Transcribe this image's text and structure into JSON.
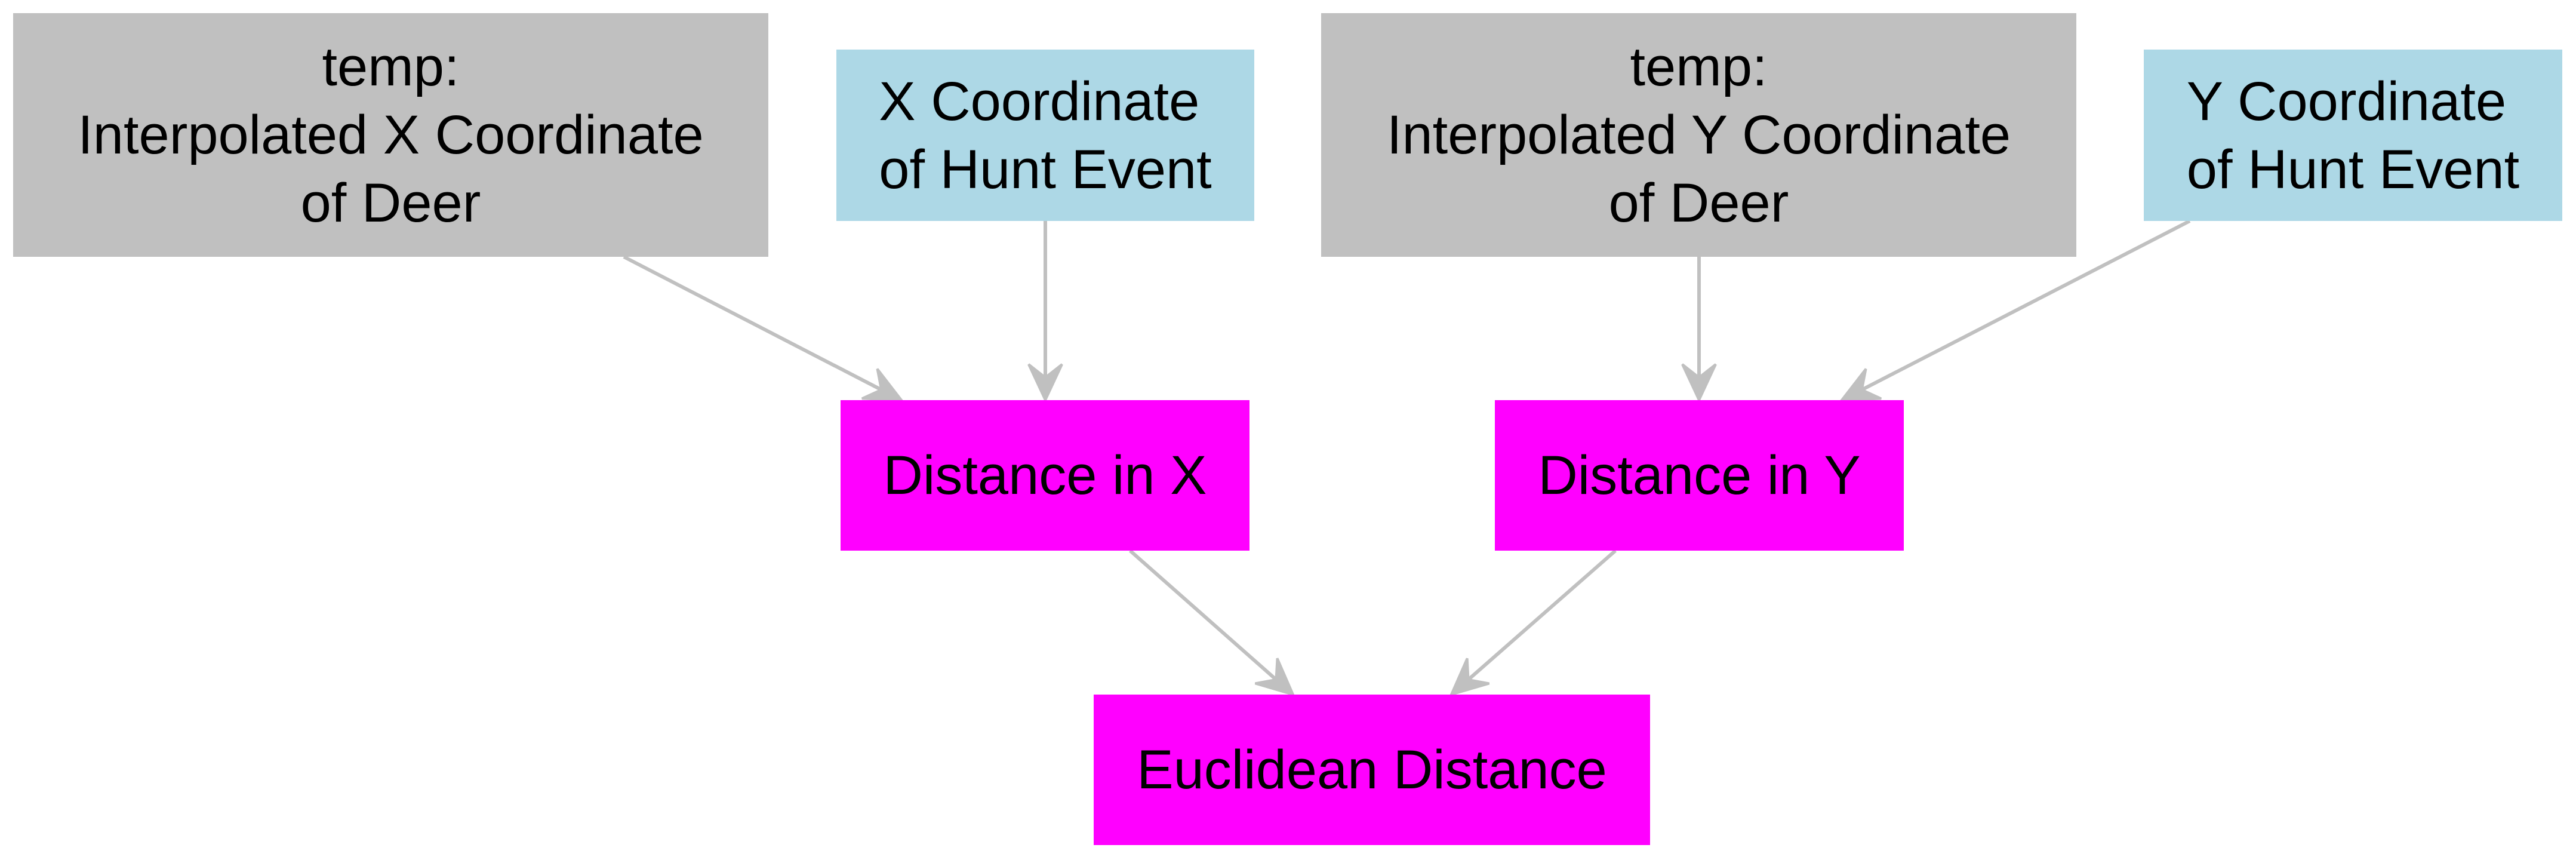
{
  "colors": {
    "temp_node": "#c0c0c0",
    "input_node": "#add8e6",
    "computed_node": "#ff00ff",
    "edge": "#c0c0c0",
    "text": "#000000"
  },
  "nodes": {
    "temp_x": {
      "lines": [
        "temp:",
        "Interpolated X Coordinate",
        "of Deer"
      ]
    },
    "x_hunt": {
      "lines": [
        "X Coordinate",
        "of Hunt Event"
      ]
    },
    "temp_y": {
      "lines": [
        "temp:",
        "Interpolated Y Coordinate",
        "of Deer"
      ]
    },
    "y_hunt": {
      "lines": [
        "Y Coordinate",
        "of Hunt Event"
      ]
    },
    "dist_x": {
      "lines": [
        "Distance in X"
      ]
    },
    "dist_y": {
      "lines": [
        "Distance in Y"
      ]
    },
    "eucl": {
      "lines": [
        "Euclidean Distance"
      ]
    }
  },
  "edges": [
    {
      "from": "temp_x",
      "to": "dist_x"
    },
    {
      "from": "x_hunt",
      "to": "dist_x"
    },
    {
      "from": "temp_y",
      "to": "dist_y"
    },
    {
      "from": "y_hunt",
      "to": "dist_y"
    },
    {
      "from": "dist_x",
      "to": "eucl"
    },
    {
      "from": "dist_y",
      "to": "eucl"
    }
  ]
}
